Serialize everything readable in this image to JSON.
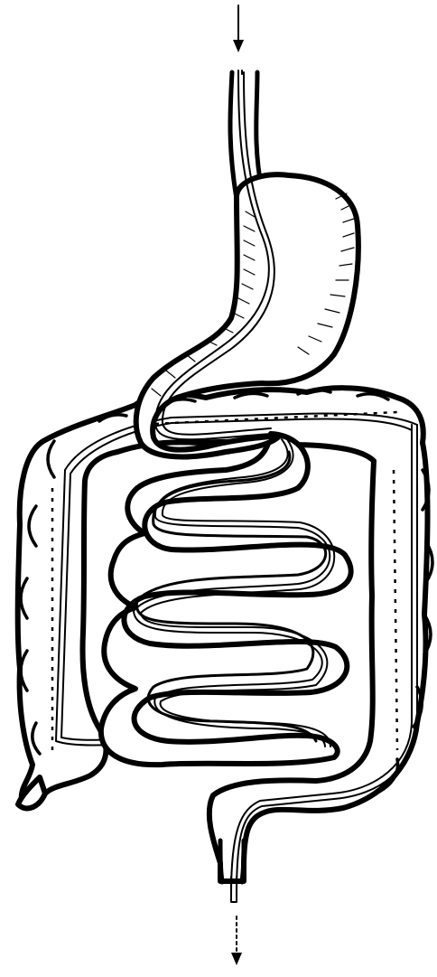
{
  "figure": {
    "subject": "digestive tract",
    "ink_color": "#000000",
    "paper_color": "#ffffff",
    "parts": [
      {
        "id": "esophagus",
        "icon": "esophagus-tube"
      },
      {
        "id": "stomach",
        "icon": "stomach-sac"
      },
      {
        "id": "large-intestine",
        "icon": "colon-frame"
      },
      {
        "id": "small-intestine",
        "icon": "coiled-loops"
      },
      {
        "id": "rectum",
        "icon": "rectum-tube"
      }
    ],
    "arrows": [
      {
        "id": "intake-arrow",
        "direction": "down",
        "style": "solid"
      },
      {
        "id": "exit-arrow",
        "direction": "down",
        "style": "dashed"
      }
    ]
  }
}
